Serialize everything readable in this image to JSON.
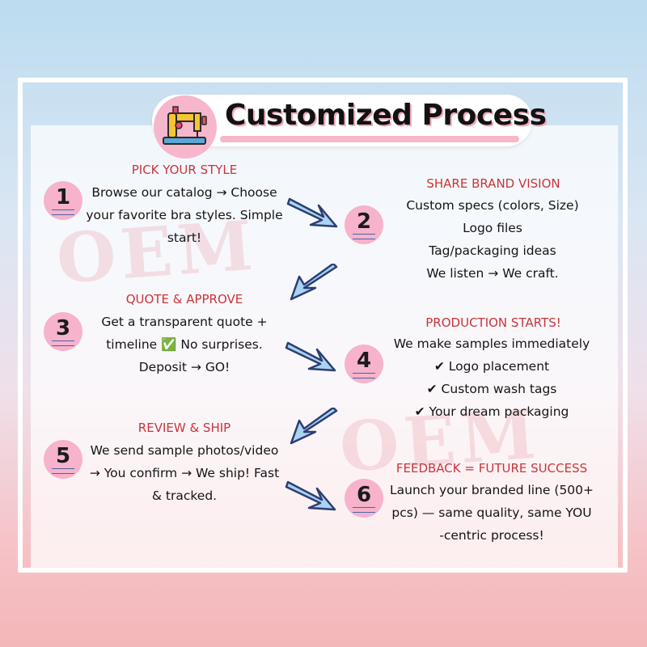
{
  "title": "Customized Process",
  "title_icon": "sewing-machine-icon",
  "watermark": "OEM",
  "colors": {
    "heading": "#c9353a",
    "badge": "#f6b3cb",
    "arrow_stroke": "#2c3e73",
    "arrow_fill": "#a9d3ef"
  },
  "steps": [
    {
      "number": "1",
      "heading": "PICK YOUR STYLE",
      "lines": [
        "Browse our catalog → Choose",
        "your favorite bra styles.  Simple",
        "start!"
      ]
    },
    {
      "number": "2",
      "heading": "SHARE BRAND VISION",
      "lines": [
        "Custom specs (colors, Size)",
        "Logo files",
        "Tag/packaging ideas",
        "We listen → We craft."
      ]
    },
    {
      "number": "3",
      "heading": "QUOTE & APPROVE",
      "lines": [
        "Get a transparent quote +",
        "timeline ✅ No surprises.",
        "Deposit → GO!"
      ]
    },
    {
      "number": "4",
      "heading": "PRODUCTION STARTS!",
      "lines": [
        "We make samples immediately",
        "✔ Logo placement",
        "✔ Custom wash tags",
        "✔ Your dream packaging"
      ]
    },
    {
      "number": "5",
      "heading": "REVIEW & SHIP",
      "lines": [
        "We send sample photos/video",
        "→ You confirm → We ship!  Fast",
        "& tracked."
      ]
    },
    {
      "number": "6",
      "heading": "FEEDBACK = FUTURE SUCCESS",
      "lines": [
        "Launch your branded line (500+",
        "pcs) — same quality, same YOU",
        "-centric process!"
      ]
    }
  ]
}
